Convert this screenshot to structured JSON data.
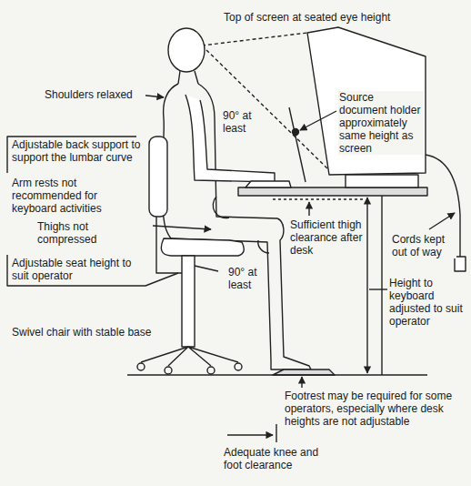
{
  "diagram": {
    "labels": [
      "Top of screen at seated eye height",
      "Shoulders relaxed",
      "90° at least",
      "Source document holder approximately same height as screen",
      "Adjustable back support to support the lumbar curve",
      "Arm rests not recommended for keyboard activities",
      "Thighs not compressed",
      "Sufficient thigh clearance after desk",
      "Cords kept out of way",
      "Adjustable seat height to suit operator",
      "90° at least",
      "Height to keyboard adjusted to suit operator",
      "Swivel chair with stable base",
      "Footrest may be required for some operators, especially where desk heights are not adjustable",
      "Adequate knee and foot clearance"
    ]
  }
}
